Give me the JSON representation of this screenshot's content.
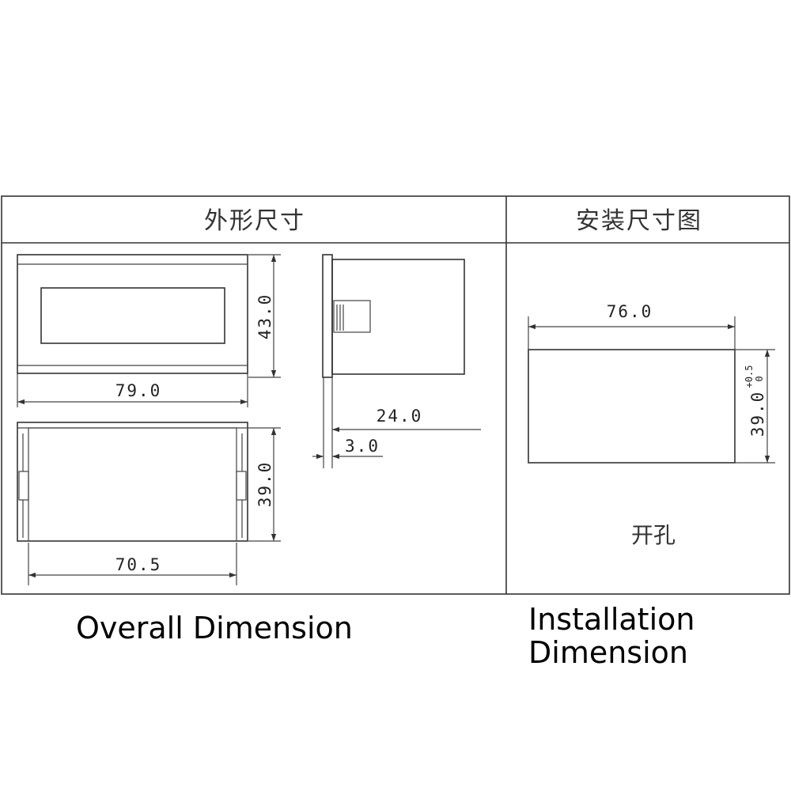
{
  "panels": {
    "overall_header": "外形尺寸",
    "install_header": "安装尺寸图"
  },
  "dimensions": {
    "front_height": "43.0",
    "front_width": "79.0",
    "back_height": "39.0",
    "back_width": "70.5",
    "side_depth": "24.0",
    "side_flange": "3.0",
    "cutout_width": "76.0",
    "cutout_height": "39.0",
    "cutout_tolerance_upper": "+0.5",
    "cutout_tolerance_lower": "0",
    "cutout_label": "开孔"
  },
  "captions": {
    "overall": "Overall Dimension",
    "install_line1": "Installation",
    "install_line2": "Dimension"
  }
}
